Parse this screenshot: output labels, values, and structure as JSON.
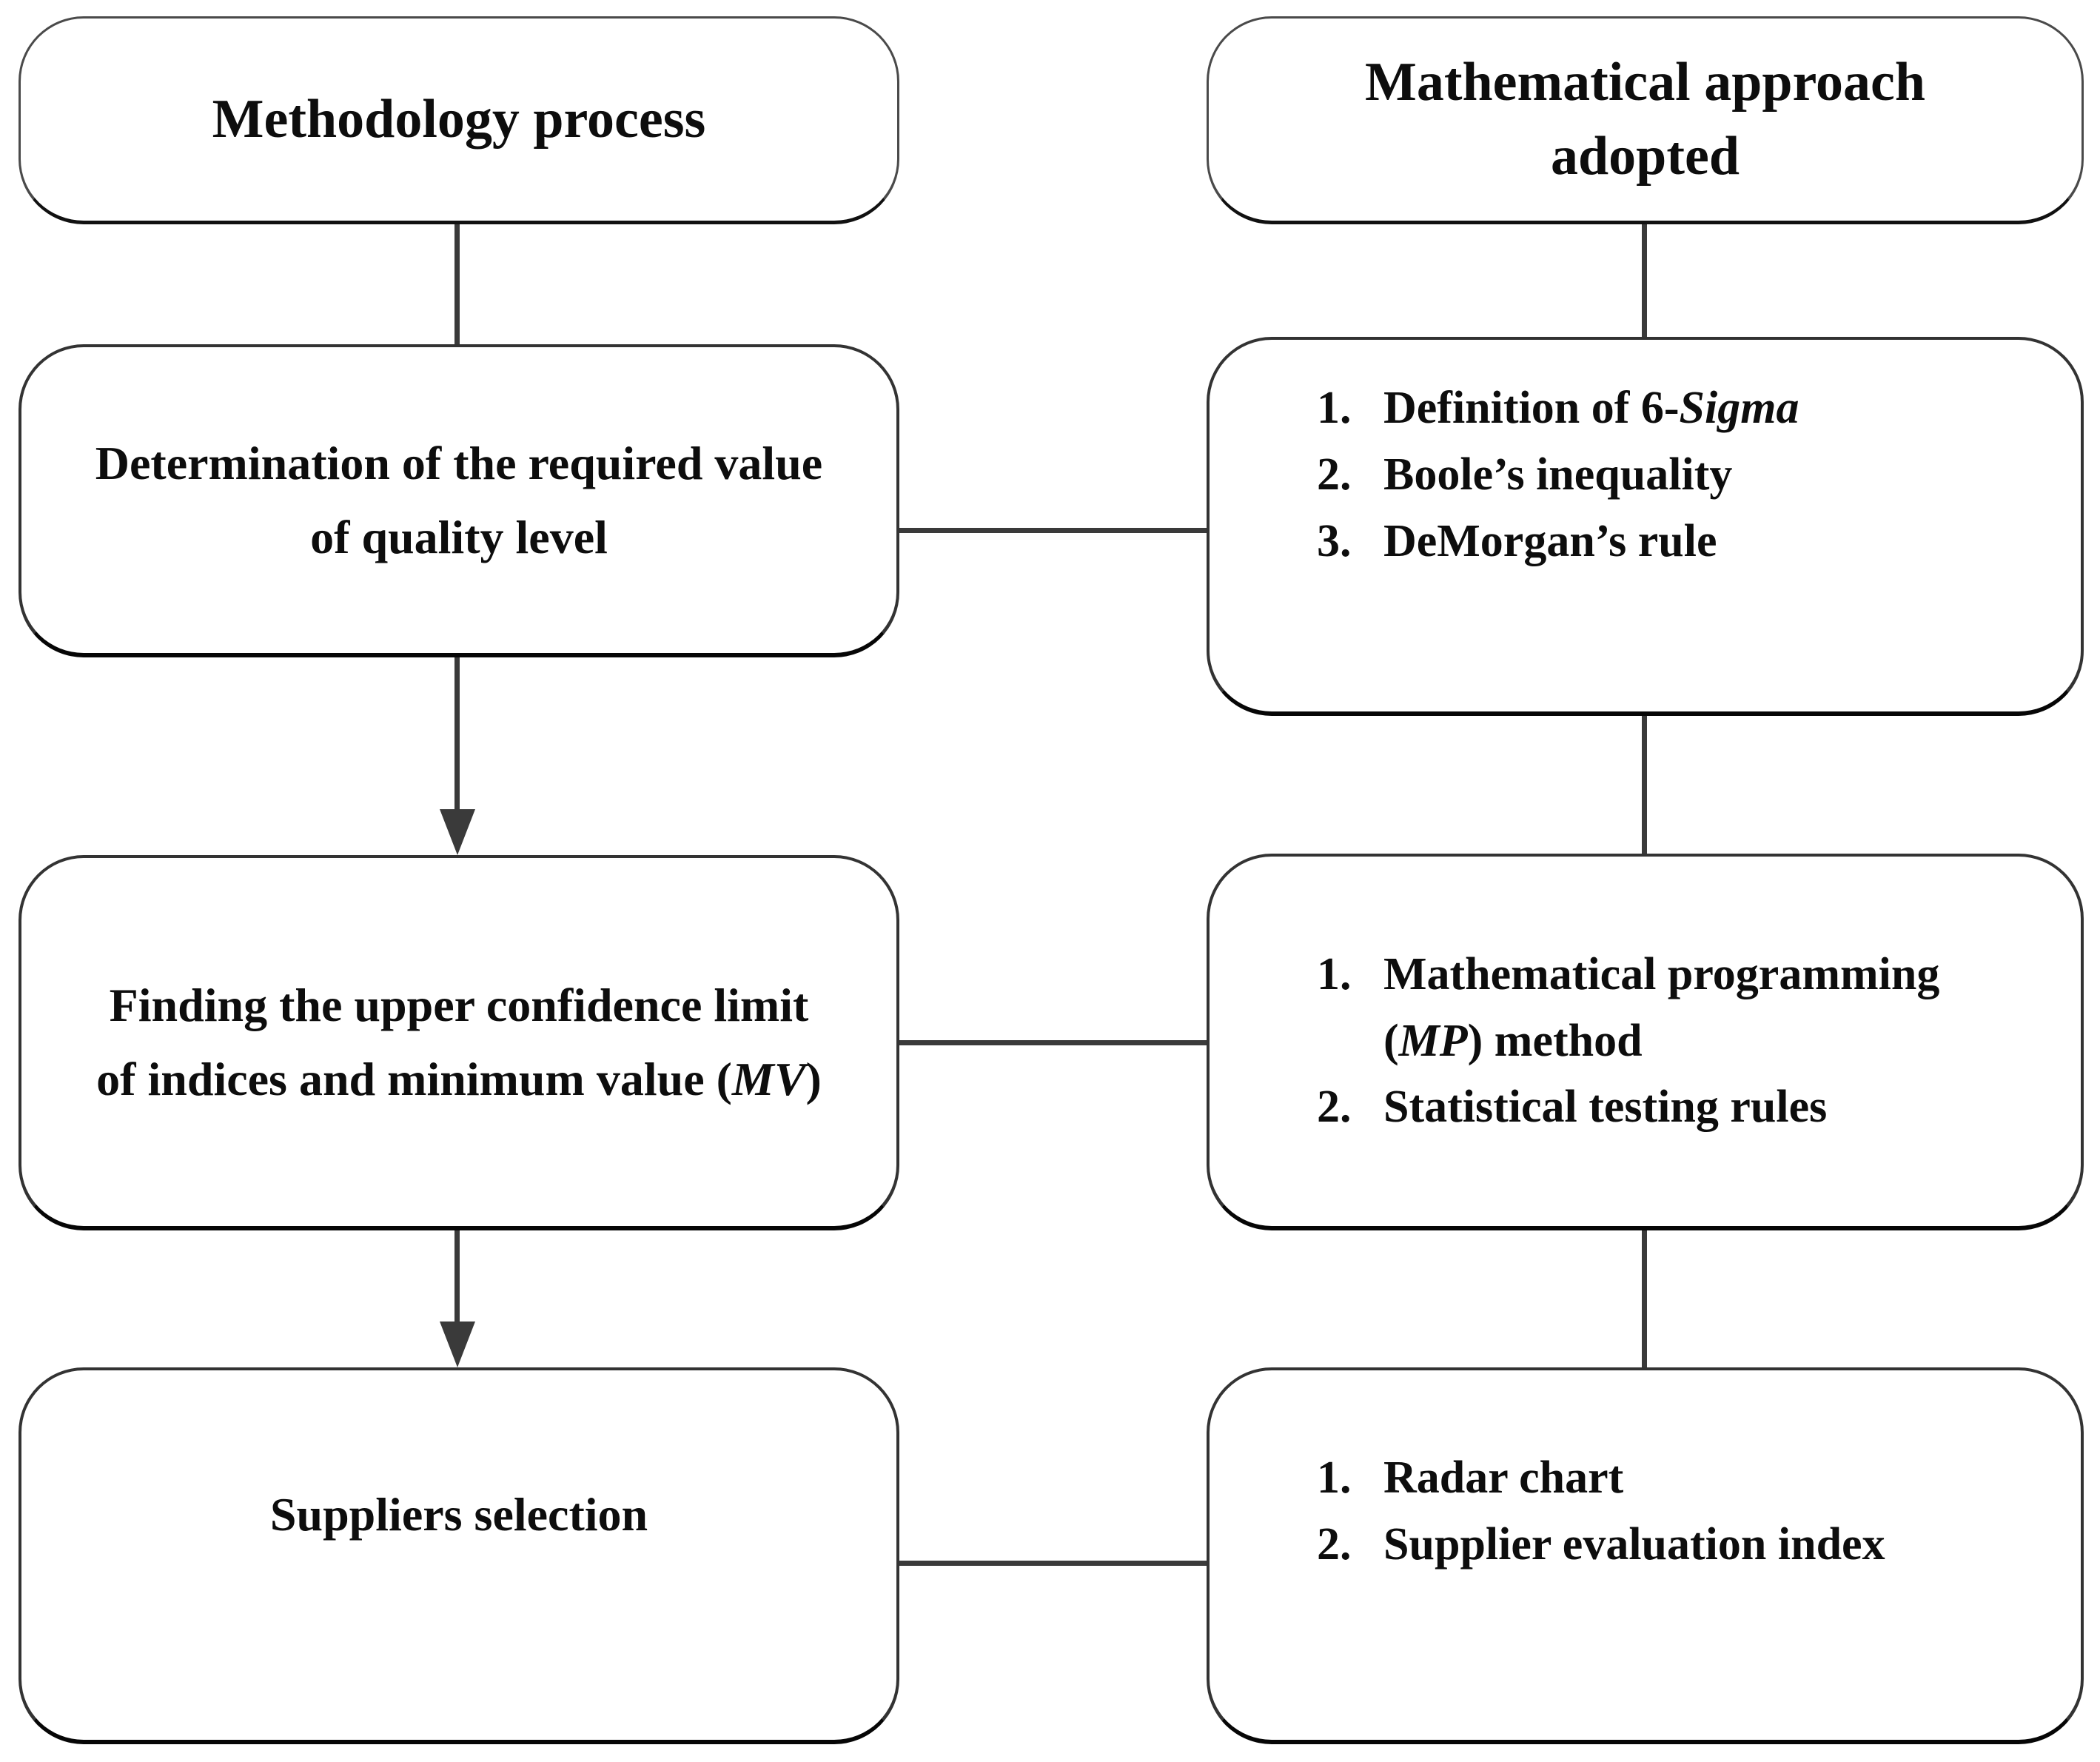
{
  "diagram": {
    "colors": {
      "background": "#ffffff",
      "box_fill": "#ffffff",
      "box_border": "#333333",
      "line": "#3a3a3a",
      "text": "#0d0d0d"
    },
    "left_column": {
      "header": "Methodology process",
      "boxes": [
        {
          "text": "Determination of the required value of quality level"
        },
        {
          "text": "Finding the upper confidence limit of indices and minimum value (*MV*)"
        },
        {
          "text": "Suppliers selection"
        }
      ]
    },
    "right_column": {
      "header": "Mathematical approach adopted",
      "boxes": [
        {
          "items": [
            {
              "num": "1.",
              "text": "Definition of 6-*Sigma*"
            },
            {
              "num": "2.",
              "text": "Boole’s inequality"
            },
            {
              "num": "3.",
              "text": "DeMorgan’s rule"
            }
          ]
        },
        {
          "items": [
            {
              "num": "1.",
              "text": "Mathematical programming (*MP*) method"
            },
            {
              "num": "2.",
              "text": "Statistical testing rules"
            }
          ]
        },
        {
          "items": [
            {
              "num": "1.",
              "text": "Radar chart"
            },
            {
              "num": "2.",
              "text": "Supplier evaluation index"
            }
          ]
        }
      ]
    }
  }
}
